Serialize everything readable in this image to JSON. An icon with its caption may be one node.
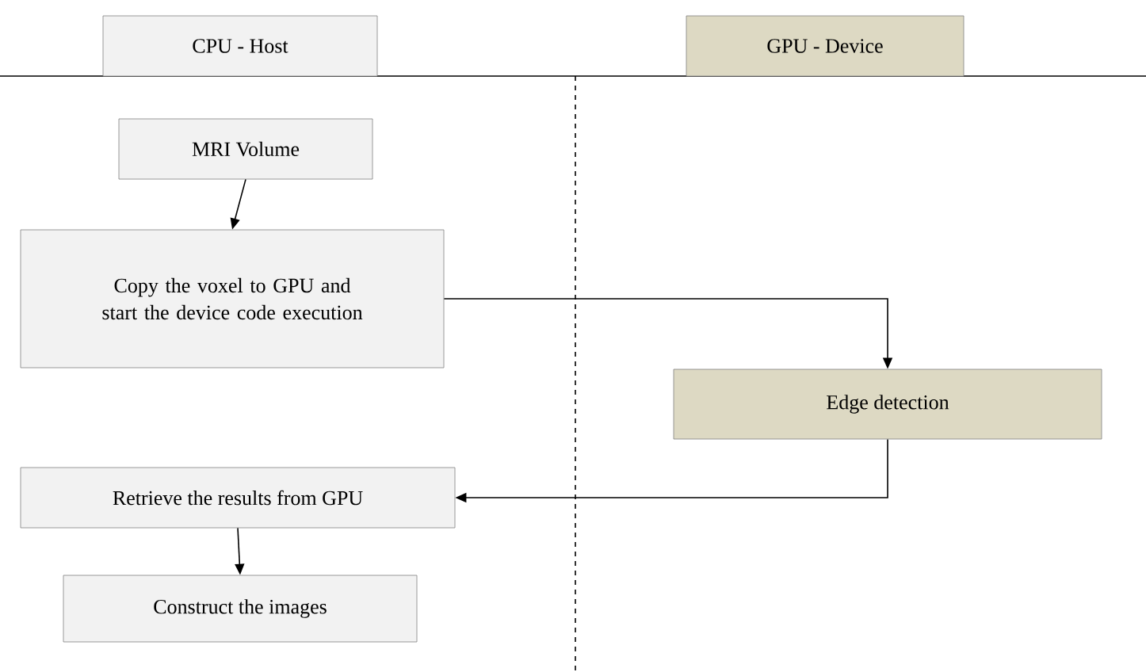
{
  "diagram": {
    "nodes": [
      {
        "text": [
          "CPU - Host"
        ]
      },
      {
        "text": [
          "GPU - Device"
        ]
      },
      {
        "text": [
          "MRI Volume"
        ]
      },
      {
        "text": [
          "Copy the voxel to GPU and start the device code execution"
        ]
      },
      {
        "text": [
          "Edge detection"
        ]
      },
      {
        "text": [
          "Retrieve the results from GPU"
        ]
      },
      {
        "text": [
          "Construct the images"
        ]
      }
    ],
    "edges": [
      {
        "from": 2,
        "to": 3,
        "arrow": "to"
      },
      {
        "from": 3,
        "to": 4,
        "arrow": "to"
      },
      {
        "from": 4,
        "to": 5,
        "arrow": "to"
      },
      {
        "from": 5,
        "to": 6,
        "arrow": "to"
      }
    ]
  }
}
